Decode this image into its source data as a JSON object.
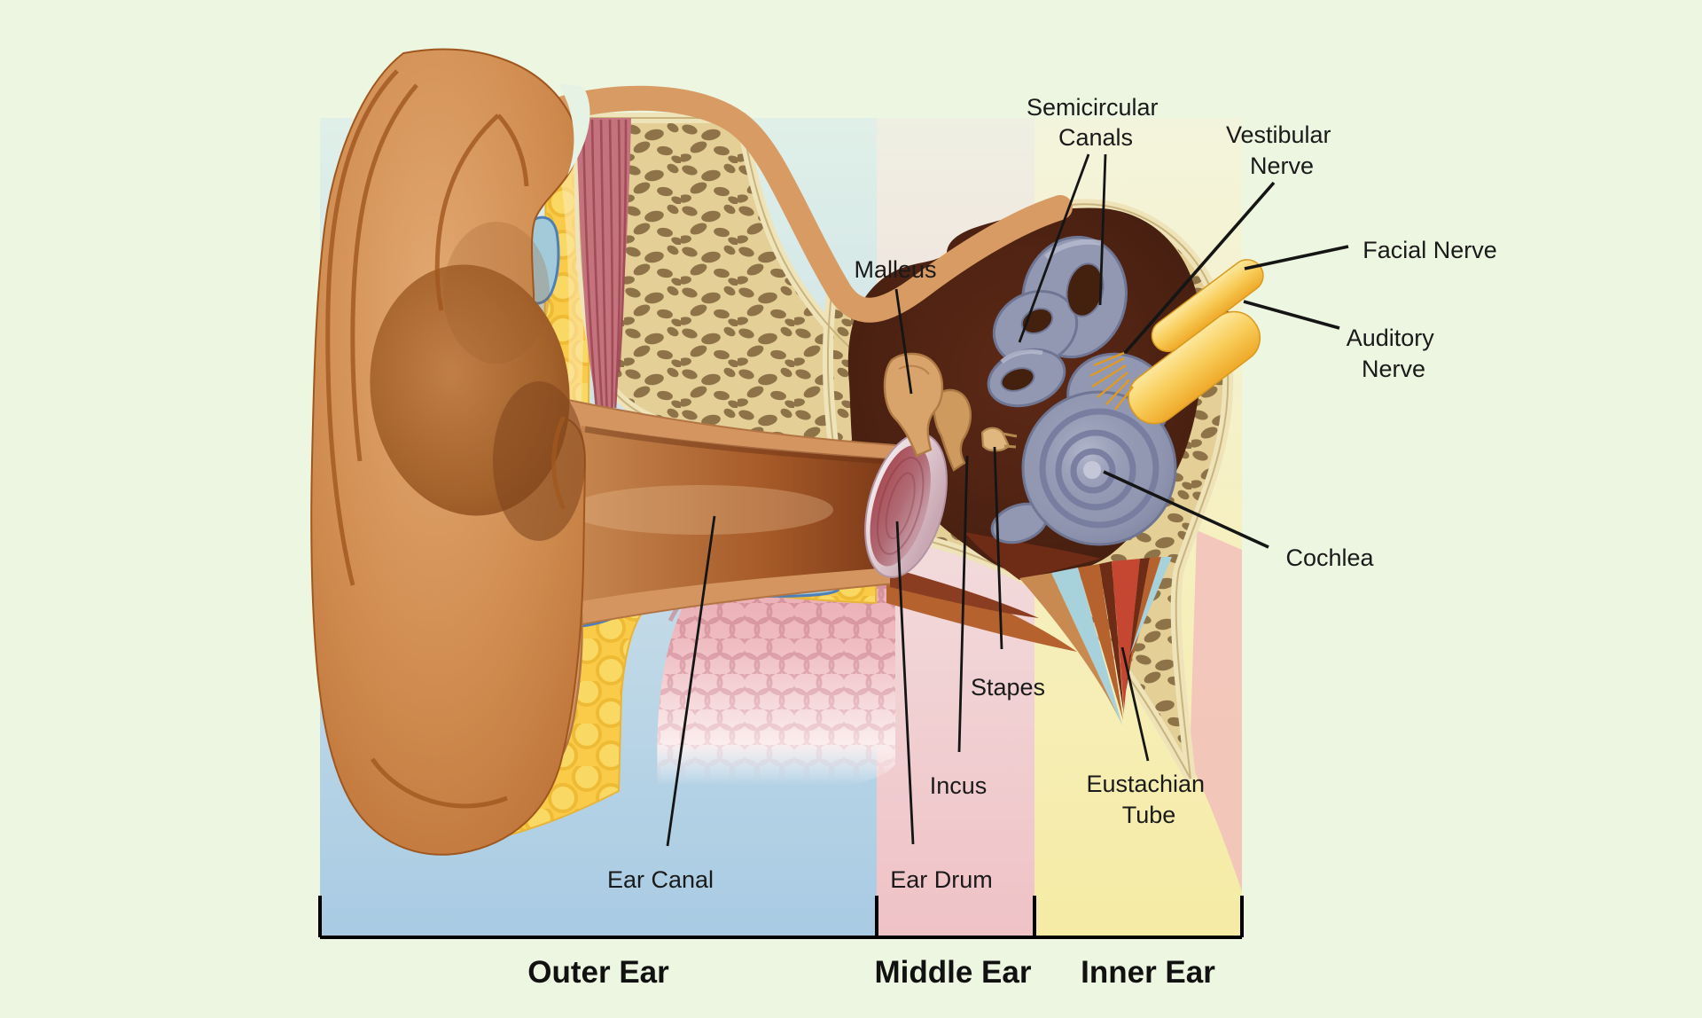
{
  "figure": {
    "type": "anatomical-diagram",
    "subject": "Cross-section of the human ear"
  },
  "part_labels": {
    "semicircular_canals": {
      "line1": "Semicircular",
      "line2": "Canals"
    },
    "vestibular_nerve": {
      "line1": "Vestibular",
      "line2": "Nerve"
    },
    "facial_nerve": {
      "line1": "Facial Nerve"
    },
    "auditory_nerve": {
      "line1": "Auditory",
      "line2": "Nerve"
    },
    "malleus": {
      "line1": "Malleus"
    },
    "cochlea": {
      "line1": "Cochlea"
    },
    "stapes": {
      "line1": "Stapes"
    },
    "incus": {
      "line1": "Incus"
    },
    "eustachian_tube": {
      "line1": "Eustachian",
      "line2": "Tube"
    },
    "ear_canal": {
      "line1": "Ear Canal"
    },
    "ear_drum": {
      "line1": "Ear Drum"
    }
  },
  "region_labels": {
    "outer_ear": "Outer Ear",
    "middle_ear": "Middle Ear",
    "inner_ear": "Inner Ear"
  },
  "palette": {
    "page_background": "#EDF6E0",
    "outer_zone_top": "#E0F0E8",
    "outer_zone_bottom": "#A8CBE3",
    "middle_zone_top": "#EFEFE2",
    "middle_zone_bottom": "#EFC2C6",
    "inner_zone_top": "#F3F4DC",
    "inner_zone_bottom": "#F5EBA5",
    "skin": "#D49560",
    "pinna_dark": "#B96D33",
    "fat_yellow": "#FACB48",
    "cartilage_blue": "#A3CAD8",
    "bone_tan": "#E4CF97",
    "bone_speckle": "#8F7348",
    "cavity_brown": "#44200F",
    "labyrinth_gray": "#9298B2",
    "nerve_yellow": "#F4B92F",
    "eardrum_red": "#A8454E",
    "eustachian_red": "#C64731",
    "eustachian_blue": "#A7D2DC",
    "label_text": "#1A1A1A"
  }
}
